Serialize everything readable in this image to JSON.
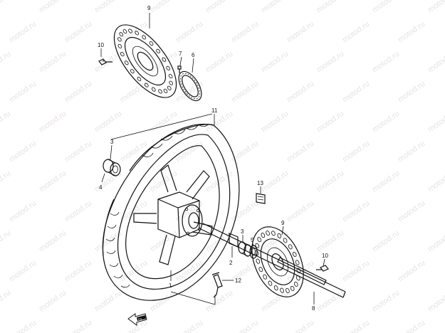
{
  "watermark": "motod.ru",
  "callouts": {
    "c1": "1",
    "c2": "2",
    "c3a": "3",
    "c3b": "3",
    "c4": "4",
    "c5": "5",
    "c6": "6",
    "c7": "7",
    "c8": "8",
    "c9a": "9",
    "c9b": "9",
    "c10a": "10",
    "c10b": "10",
    "c11": "11",
    "c12": "12",
    "c13": "13"
  },
  "front_indicator": "FR",
  "icons": {
    "front": "front-direction-arrow-icon"
  }
}
